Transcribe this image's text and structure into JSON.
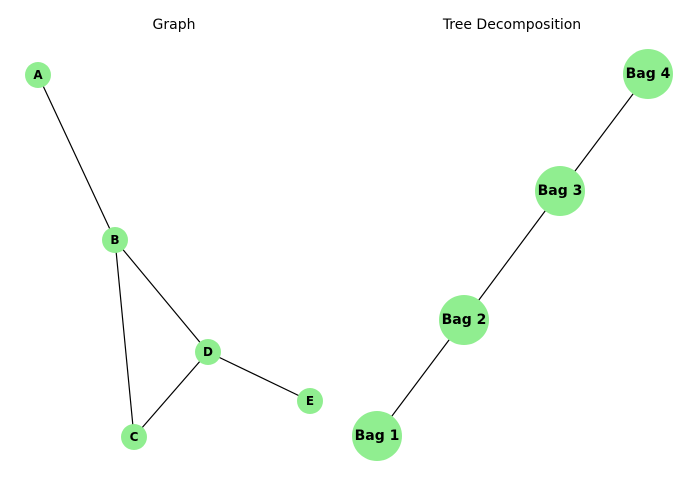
{
  "colors": {
    "node_fill": "#90ee90",
    "edge": "#000000",
    "background": "#ffffff"
  },
  "graph": {
    "title": "Graph",
    "nodes": [
      "A",
      "B",
      "C",
      "D",
      "E"
    ],
    "edges": [
      [
        "A",
        "B"
      ],
      [
        "B",
        "C"
      ],
      [
        "B",
        "D"
      ],
      [
        "C",
        "D"
      ],
      [
        "D",
        "E"
      ]
    ]
  },
  "tree_decomposition": {
    "title": "Tree Decomposition",
    "nodes": [
      "Bag 1",
      "Bag 2",
      "Bag 3",
      "Bag 4"
    ],
    "edges": [
      [
        "Bag 1",
        "Bag 2"
      ],
      [
        "Bag 2",
        "Bag 3"
      ],
      [
        "Bag 3",
        "Bag 4"
      ]
    ]
  }
}
